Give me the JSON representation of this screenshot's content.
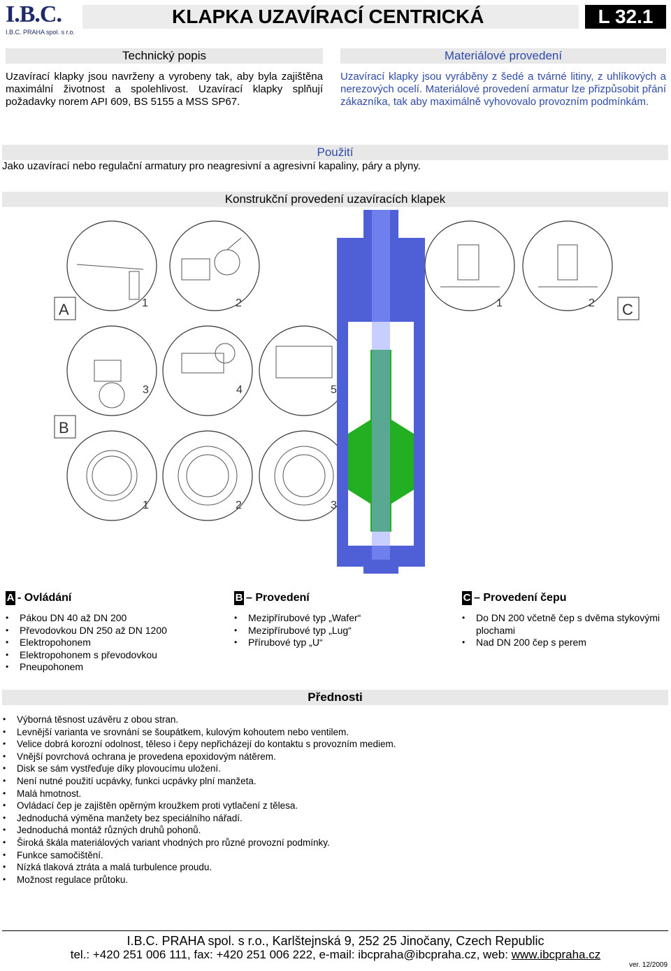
{
  "header": {
    "logo_mark": "I.B.C.",
    "logo_sub": "I.B.C. PRAHA spol. s r.o.",
    "title": "KLAPKA UZAVÍRACÍ CENTRICKÁ",
    "code": "L 32.1"
  },
  "technical": {
    "heading": "Technický popis",
    "text": "Uzavírací klapky jsou navrženy a vyrobeny tak, aby byla zajištěna maximální životnost a spolehlivost. Uzavírací klapky splňují požadavky norem API 609, BS 5155 a MSS SP67."
  },
  "material": {
    "heading": "Materiálové provedení",
    "text": "Uzavírací klapky jsou vyráběny z šedé a tvárné litiny, z uhlíkových a nerezových ocelí. Materiálové provedení armatur lze přizpůsobit přání zákazníka, tak aby maximálně vyhovovalo provozním podmínkám."
  },
  "usage": {
    "heading": "Použití",
    "text": "Jako uzavírací nebo regulační armatury pro neagresivní a agresivní kapaliny, páry a plyny."
  },
  "construction": {
    "heading": "Konstrukční provedení uzavíracích klapek"
  },
  "diagram": {
    "label_a": "A",
    "label_b": "B",
    "label_c": "C",
    "n1": "1",
    "n2": "2",
    "n3": "3",
    "n4": "4",
    "n5": "5"
  },
  "colors": {
    "blue_heading": "#2e4aa8",
    "valve_body": "#4f5fd6",
    "valve_disc": "#22b022",
    "band_gray": "#e8e8e8"
  },
  "col_a": {
    "tag": "A",
    "title": "- Ovládání",
    "items": [
      "Pákou DN 40 až DN 200",
      "Převodovkou DN 250 až DN 1200",
      "Elektropohonem",
      "Elektropohonem s převodovkou",
      "Pneupohonem"
    ]
  },
  "col_b": {
    "tag": "B",
    "title": "– Provedení",
    "items": [
      "Mezipřírubové typ „Wafer“",
      "Mezipřírubové typ „Lug“",
      "Přírubové typ „U“"
    ]
  },
  "col_c": {
    "tag": "C",
    "title": "– Provedení čepu",
    "items": [
      "Do DN 200 včetně čep s dvěma stykovými plochami",
      "Nad DN 200 čep s perem"
    ]
  },
  "advantages": {
    "heading": "Přednosti",
    "items": [
      "Výborná těsnost uzávěru z obou stran.",
      "Levnější varianta ve srovnání se šoupátkem, kulovým kohoutem nebo ventilem.",
      "Velice dobrá korozní odolnost, těleso i čepy nepřicházejí do kontaktu s provozním mediem.",
      "Vnější povrchová ochrana je provedena epoxidovým nátěrem.",
      "Disk se sám vystřeďuje díky plovoucímu uložení.",
      "Není nutné použití ucpávky, funkci ucpávky plní manžeta.",
      "Malá hmotnost.",
      "Ovládací čep je zajištěn opěrným kroužkem proti vytlačení z tělesa.",
      "Jednoduchá výměna manžety bez speciálního nářadí.",
      "Jednoduchá montáž různých druhů pohonů.",
      "Široká škála materiálových variant vhodných pro různé provozní podmínky.",
      "Funkce samočištění.",
      "Nízká tlaková ztráta a malá turbulence proudu.",
      "Možnost regulace průtoku."
    ]
  },
  "footer": {
    "line1": "I.B.C. PRAHA spol. s r.o., Karlštejnská 9, 252 25 Jinočany, Czech Republic",
    "line2_prefix": "tel.: +420 251 006 111, fax: +420 251 006 222, e-mail: ibcpraha@ibcpraha.cz, web: ",
    "web": "www.ibcpraha.cz",
    "version": "ver. 12/2009"
  }
}
